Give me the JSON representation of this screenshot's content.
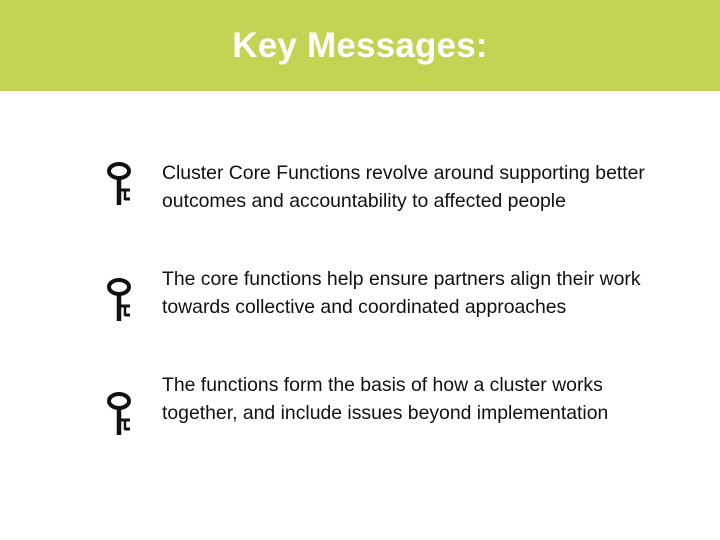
{
  "slide": {
    "title": "Key Messages:",
    "header_color": "#c4d353",
    "bullet_icon": "key-icon",
    "bullets": [
      {
        "text": "Cluster Core Functions revolve around supporting better outcomes and accountability to affected people"
      },
      {
        "text": "The core functions help ensure partners align their work towards collective and coordinated approaches"
      },
      {
        "text": "The functions form the basis of how a cluster works together, and include issues beyond implementation"
      }
    ]
  }
}
